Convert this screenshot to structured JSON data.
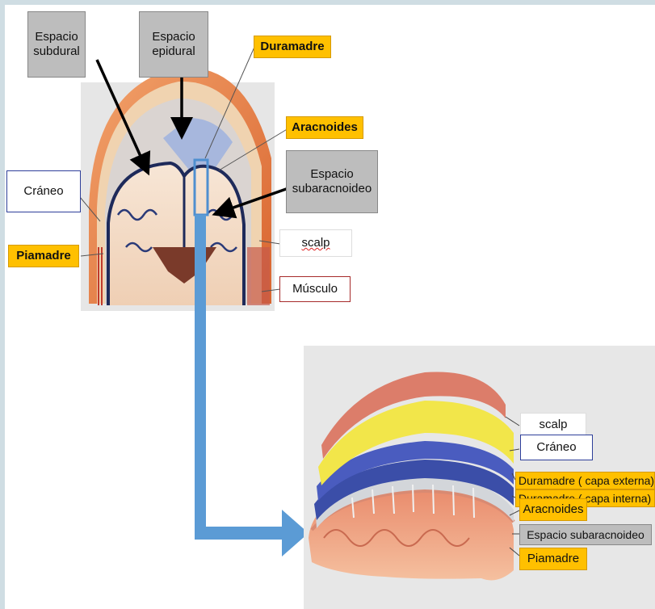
{
  "colors": {
    "label_gray": "#bdbdbd",
    "label_orange": "#ffc000",
    "border_blue": "#2e3f9a",
    "border_red": "#a62a2a",
    "arrow_blue": "#5b9bd5",
    "background": "#cfdde3"
  },
  "top_diagram": {
    "labels": {
      "espacio_subdural": "Espacio subdural",
      "espacio_epidural": "Espacio epidural",
      "duramadre": "Duramadre",
      "aracnoides": "Aracnoides",
      "espacio_subaracnoideo": "Espacio subaracnoideo",
      "craneo": "Cráneo",
      "scalp": "scalp",
      "piamadre": "Piamadre",
      "musculo": "Músculo"
    }
  },
  "layers_diagram": {
    "labels": {
      "scalp": "scalp",
      "craneo": "Cráneo",
      "duramadre_externa": "Duramadre ( capa externa)",
      "duramadre_interna": "Duramadre ( capa interna)",
      "aracnoides": "Aracnoides",
      "espacio_subaracnoideo": "Espacio subaracnoideo",
      "piamadre": "Piamadre"
    }
  }
}
